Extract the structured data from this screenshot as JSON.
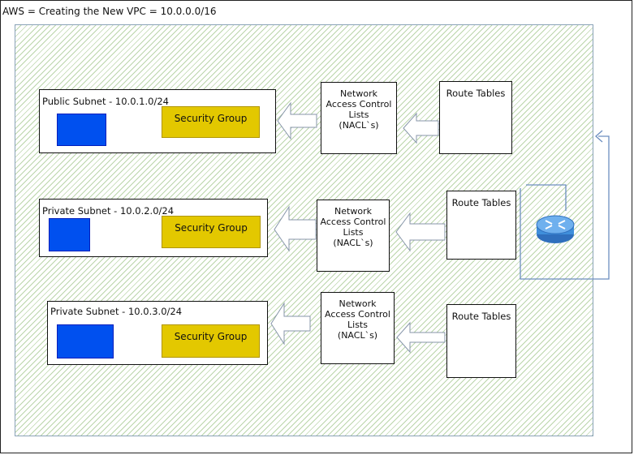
{
  "title": "AWS = Creating the New VPC = 10.0.0.0/16",
  "colors": {
    "subnet_instance": "#0050ef",
    "security_group": "#e3c800",
    "vpc_fill": "#82b366",
    "router": "#3f8fdb"
  },
  "icons": {
    "router": "router-icon"
  },
  "rows": [
    {
      "subnet_label": "Public Subnet  - 10.0.1.0/24",
      "security_group": "Security Group",
      "nacl": [
        "Network",
        "Access Control",
        "Lists",
        "(NACL`s)"
      ],
      "route_table": "Route Tables"
    },
    {
      "subnet_label": "Private Subnet - 10.0.2.0/24",
      "security_group": "Security Group",
      "nacl": [
        "Network",
        "Access Control",
        "Lists",
        "(NACL`s)"
      ],
      "route_table": "Route Tables"
    },
    {
      "subnet_label": "Private Subnet - 10.0.3.0/24",
      "security_group": "Security Group",
      "nacl": [
        "Network",
        "Access Control",
        "Lists",
        "(NACL`s)"
      ],
      "route_table": "Route Tables"
    }
  ]
}
